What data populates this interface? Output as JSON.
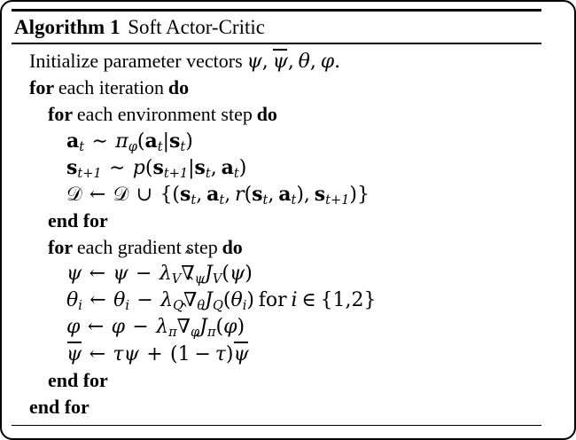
{
  "document": {
    "kind": "algorithm-pseudocode-figure",
    "frame_color": "#000000",
    "background_color": "#ffffff",
    "text_color": "#000000"
  },
  "header": {
    "keyword": "Algorithm 1",
    "name": "Soft Actor-Critic"
  },
  "body": {
    "lines": [
      {
        "indent": 0,
        "id": "initialize",
        "text": "Initialize parameter vectors ψ, ψ̄, θ, φ."
      },
      {
        "indent": 0,
        "id": "for-each-iteration",
        "text": "for each iteration do"
      },
      {
        "indent": 1,
        "id": "for-each-environment-step",
        "text": "for each environment step do"
      },
      {
        "indent": 2,
        "id": "sample-action",
        "text": "a_t ∼ π_φ(a_t|s_t)"
      },
      {
        "indent": 2,
        "id": "sample-next-state",
        "text": "s_{t+1} ∼ p(s_{t+1}|s_t, a_t)"
      },
      {
        "indent": 2,
        "id": "append-replay-buffer",
        "text": "D ← D ∪ {(s_t, a_t, r(s_t, a_t), s_{t+1})}"
      },
      {
        "indent": 1,
        "id": "end-for-environment-step",
        "text": "end for"
      },
      {
        "indent": 1,
        "id": "for-each-gradient-step",
        "text": "for each gradient step do"
      },
      {
        "indent": 2,
        "id": "update-value-psi",
        "text": "ψ ← ψ − λ_V ∇̂_ψ J_V(ψ)"
      },
      {
        "indent": 2,
        "id": "update-q-theta",
        "text": "θ_i ← θ_i − λ_Q ∇̂_{θ_i} J_Q(θ_i) for i ∈ {1, 2}"
      },
      {
        "indent": 2,
        "id": "update-policy-phi",
        "text": "φ ← φ − λ_π ∇̂_φ J_π(φ)"
      },
      {
        "indent": 2,
        "id": "update-target-psi-bar",
        "text": "ψ̄ ← τψ + (1 − τ)ψ̄"
      },
      {
        "indent": 1,
        "id": "end-for-gradient-step",
        "text": "end for"
      },
      {
        "indent": 0,
        "id": "end-for-iteration",
        "text": "end for"
      }
    ],
    "keywords": {
      "for": "for",
      "do": "do",
      "end_for": "end for",
      "each_iteration": "each iteration",
      "each_environment_step": "each environment step",
      "each_gradient_step": "each gradient step",
      "initialize": "Initialize parameter vectors",
      "for_i_in": "for"
    },
    "symbols": {
      "psi": "ψ",
      "psi_bar": "ψ̄",
      "theta": "θ",
      "phi": "φ",
      "pi": "π",
      "tau": "τ",
      "lambda": "λ",
      "nabla_hat": "∇̂",
      "calD": "𝒟",
      "sim": "∼",
      "gets": "←",
      "cup": "∪",
      "in": "∈",
      "minus": "−",
      "plus": "+",
      "comma": ",",
      "period": ".",
      "t": "t",
      "t_plus_1": "t+1",
      "i": "i",
      "V": "V",
      "Q": "Q",
      "J": "J",
      "p": "p",
      "r": "r",
      "a": "a",
      "s": "s",
      "one": "1",
      "two": "2"
    }
  }
}
